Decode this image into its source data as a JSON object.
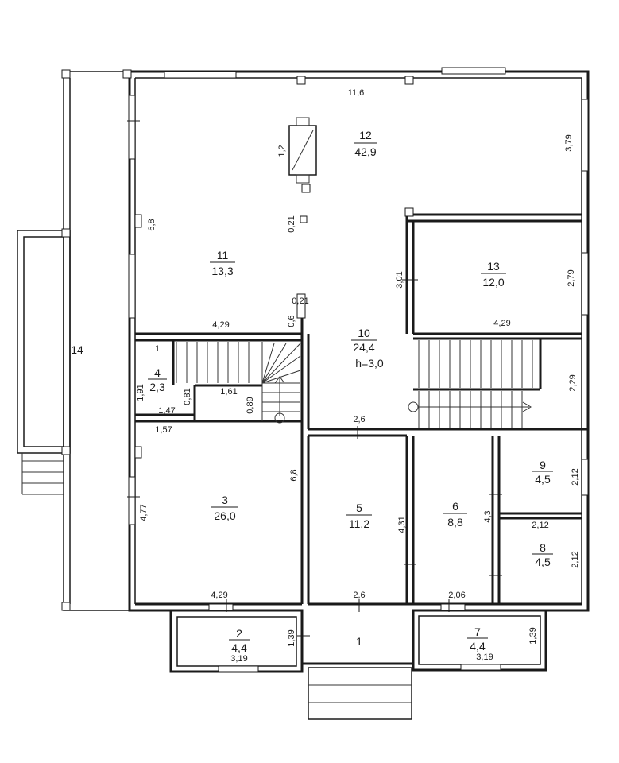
{
  "rooms": [
    {
      "id": "12",
      "num": "12",
      "area": "42,9"
    },
    {
      "id": "11",
      "num": "11",
      "area": "13,3"
    },
    {
      "id": "13",
      "num": "13",
      "area": "12,0"
    },
    {
      "id": "10",
      "num": "10",
      "area": "24,4",
      "height": "h=3,0"
    },
    {
      "id": "4",
      "num": "4",
      "area": "2,3"
    },
    {
      "id": "3",
      "num": "3",
      "area": "26,0"
    },
    {
      "id": "5",
      "num": "5",
      "area": "11,2"
    },
    {
      "id": "6",
      "num": "6",
      "area": "8,8"
    },
    {
      "id": "9",
      "num": "9",
      "area": "4,5"
    },
    {
      "id": "8",
      "num": "8",
      "area": "4,5"
    },
    {
      "id": "2",
      "num": "2",
      "area": "4,4"
    },
    {
      "id": "7",
      "num": "7",
      "area": "4,4"
    },
    {
      "id": "1",
      "num": "1"
    },
    {
      "id": "14",
      "num": "14"
    }
  ],
  "dimensions": {
    "d_11_6": "11,6",
    "d_3_79": "3,79",
    "d_1_2": "1,2",
    "d_6_8_top": "6,8",
    "d_0_21_a": "0,21",
    "d_0_21_b": "0,21",
    "d_3_01": "3,01",
    "d_2_79": "2,79",
    "d_4_29_a": "4,29",
    "d_0_6": "0,6",
    "d_4_29_b": "4,29",
    "d_1": "1",
    "d_1_91": "1,91",
    "d_0_81": "0,81",
    "d_1_61": "1,61",
    "d_0_89": "0,89",
    "d_1_47": "1,47",
    "d_1_57": "1,57",
    "d_2_29": "2,29",
    "d_2_6_a": "2,6",
    "d_6_8_left": "6,8",
    "d_4_77": "4,77",
    "d_4_31": "4,31",
    "d_4_3": "4,3",
    "d_2_12_a": "2,12",
    "d_2_12_b": "2,12",
    "d_2_12_c": "2,12",
    "d_4_29_c": "4,29",
    "d_2_6_b": "2,6",
    "d_2_06": "2,06",
    "d_1_39_a": "1,39",
    "d_3_19_a": "3,19",
    "d_1_39_b": "1,39",
    "d_3_19_b": "3,19"
  }
}
